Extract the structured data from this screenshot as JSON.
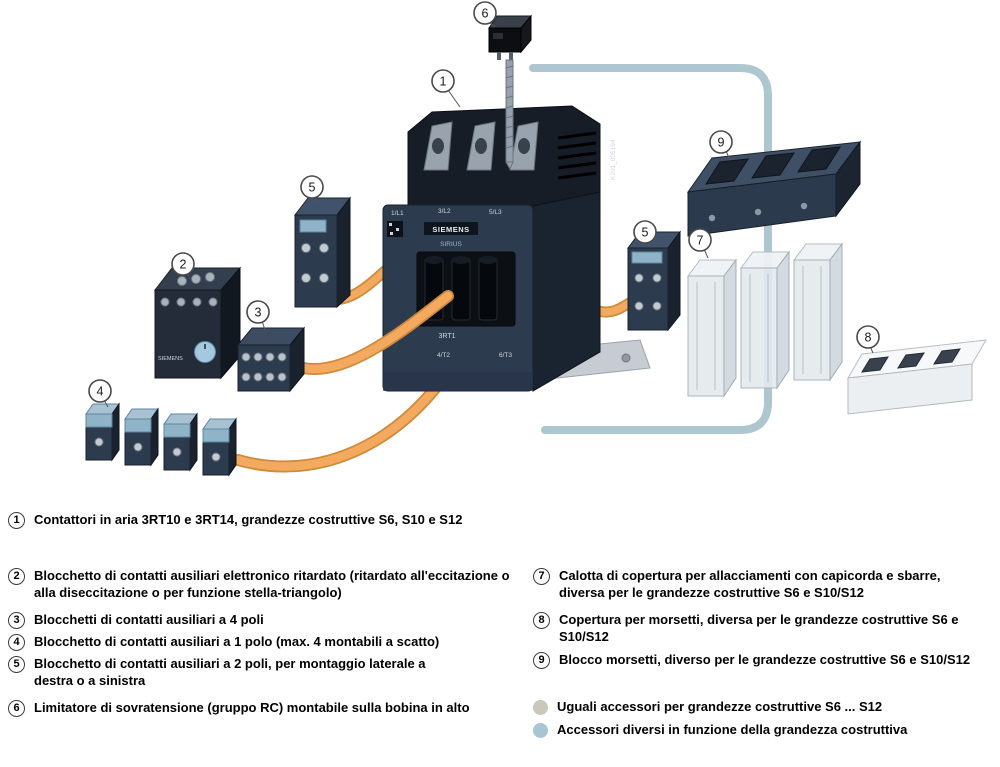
{
  "illustration": {
    "brand_label": "SIEMENS",
    "series_label": "SIRIUS",
    "device_label": "3RT1",
    "image_code": "K201_005194",
    "terminal_labels": {
      "top_1": "1/L1",
      "top_2": "3/L2",
      "top_3": "5/L3",
      "bottom_1": "4/T2",
      "bottom_2": "6/T3"
    },
    "colors": {
      "body_navy": "#2d3b4f",
      "accent_path_blue": "#aec6d0",
      "ribbon_orange": "#f3aa5f"
    }
  },
  "callouts": {
    "c1": "1",
    "c2": "2",
    "c3": "3",
    "c4": "4",
    "c5": "5",
    "c6": "6",
    "c7": "7",
    "c8": "8",
    "c9": "9"
  },
  "legend": {
    "items": [
      {
        "num": "1",
        "text": "Contattori in aria 3RT10 e 3RT14, grandezze costruttive S6, S10 e S12"
      },
      {
        "num": "2",
        "text": "Blocchetto di contatti ausiliari elettronico ritardato (ritardato all'eccitazione o alla diseccitazione o per funzione stella-triangolo)"
      },
      {
        "num": "3",
        "text": "Blocchetti di contatti ausiliari a 4 poli"
      },
      {
        "num": "4",
        "text": "Blocchetto di contatti ausiliari a 1 polo (max. 4 montabili a scatto)"
      },
      {
        "num": "5",
        "text": "Blocchetto di contatti ausiliari a 2 poli, per montaggio laterale a destra o a sinistra"
      },
      {
        "num": "6",
        "text": "Limitatore di sovratensione (gruppo RC) montabile sulla bobina in alto"
      },
      {
        "num": "7",
        "text": "Calotta di copertura per allacciamenti con capicorda e sbarre, diversa per le grandezze costruttive S6 e S10/S12"
      },
      {
        "num": "8",
        "text": "Copertura per morsetti, diversa per le grandezze costruttive S6 e S10/S12"
      },
      {
        "num": "9",
        "text": "Blocco morsetti, diverso per le grandezze costruttive S6 e S10/S12"
      }
    ],
    "keys": [
      {
        "color": "#cbc7ba",
        "text": "Uguali accessori per grandezze costruttive S6 ... S12"
      },
      {
        "color": "#a7c5d5",
        "text": "Accessori diversi in funzione della grandezza costruttiva"
      }
    ]
  }
}
